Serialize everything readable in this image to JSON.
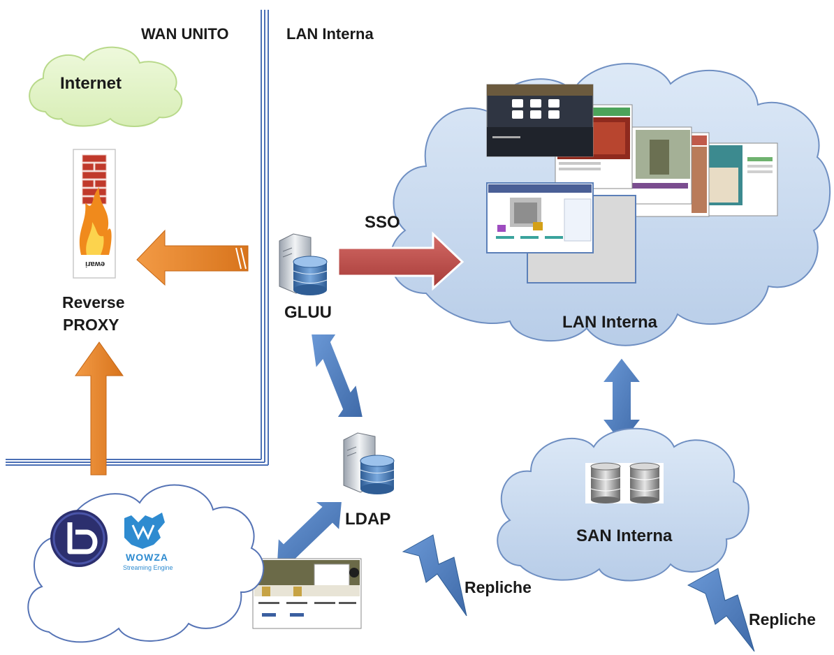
{
  "zones": {
    "wan_label": "WAN UNITO",
    "lan_label": "LAN Interna"
  },
  "clouds": {
    "internet": "Internet",
    "lan_cloud": "LAN Interna",
    "san_cloud": "SAN Interna"
  },
  "nodes": {
    "reverse_proxy_line1": "Reverse",
    "reverse_proxy_line2": "PROXY",
    "firewall_brand": "ewari",
    "gluu": "GLUU",
    "ldap": "LDAP",
    "wowza_name": "WOWZA",
    "wowza_tagline": "Streaming Engine"
  },
  "links": {
    "sso": "SSO",
    "replication_1": "Repliche",
    "replication_2": "Repliche"
  },
  "colors": {
    "cloud_fill": "#c7d9ef",
    "cloud_stroke": "#6f8fc2",
    "internet_fill": "#e6f5c9",
    "orange_arrow": "#ec8b33",
    "red_arrow": "#c0504d",
    "blue_arrow": "#4f7fc0",
    "boundary_line": "#4a6fb5"
  }
}
